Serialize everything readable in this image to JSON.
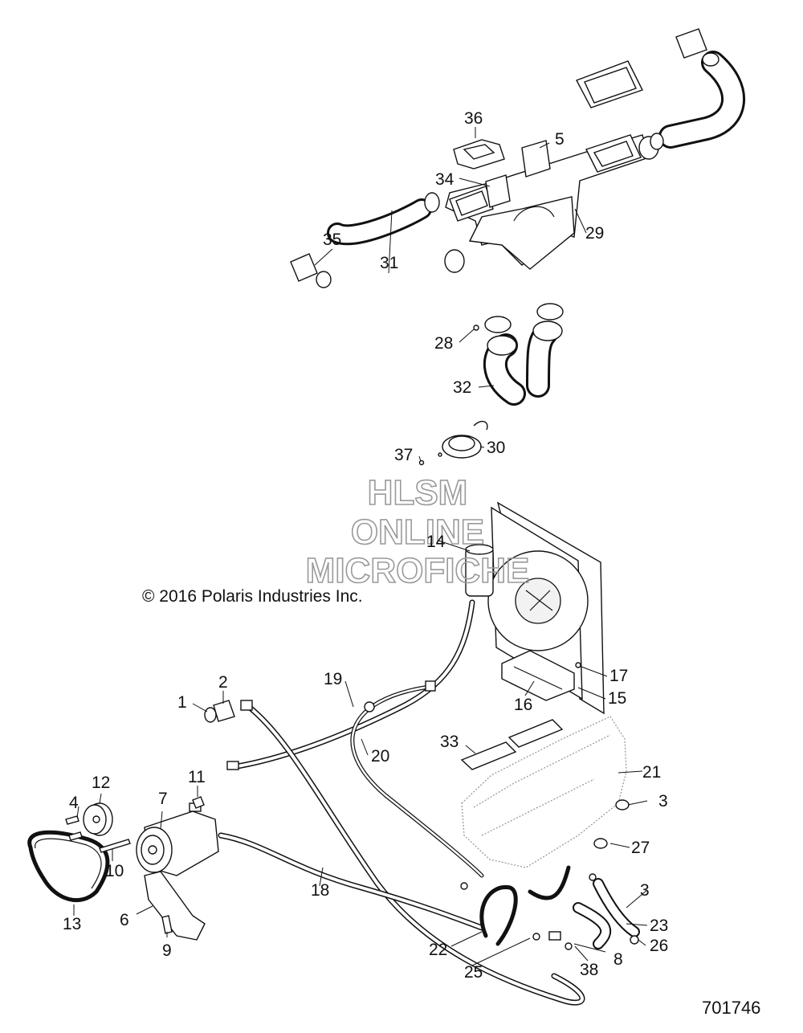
{
  "watermark": [
    "HLSM",
    "ONLINE",
    "MICROFICHE"
  ],
  "copyright": "© 2016 Polaris Industries Inc.",
  "diagram_id": "701746",
  "callouts": [
    "1",
    "2",
    "3",
    "3",
    "4",
    "5",
    "6",
    "7",
    "8",
    "9",
    "10",
    "11",
    "12",
    "13",
    "14",
    "15",
    "16",
    "17",
    "18",
    "19",
    "20",
    "21",
    "22",
    "23",
    "25",
    "26",
    "27",
    "28",
    "29",
    "30",
    "31",
    "32",
    "33",
    "34",
    "35",
    "36",
    "37",
    "38"
  ]
}
